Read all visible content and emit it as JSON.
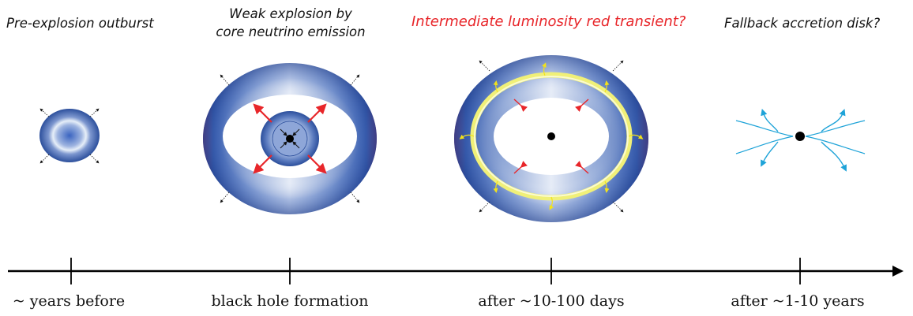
{
  "stages": [
    {
      "title": "Pre-explosion outburst",
      "time": "~ years before",
      "highlight": false
    },
    {
      "title_line1": "Weak explosion by",
      "title_line2": "core neutrino emission",
      "time": "black hole formation",
      "highlight": false
    },
    {
      "title": "Intermediate luminosity red transient?",
      "time": "after ~10-100 days",
      "highlight": true
    },
    {
      "title": "Fallback accretion disk?",
      "time": "after ~1-10 years",
      "highlight": false
    }
  ],
  "colors": {
    "text": "#111111",
    "highlight_text": "#e8262a",
    "shell_blue": "#2f5cb0",
    "shell_light": "#dde6f4",
    "shell_edge_purple": "#7b3f6f",
    "red_arrow": "#e8262a",
    "yellow_ring": "#f0f078",
    "yellow_arrow": "#f2e21a",
    "cyan_stream": "#1ea3d8",
    "black_hole": "#000000"
  }
}
